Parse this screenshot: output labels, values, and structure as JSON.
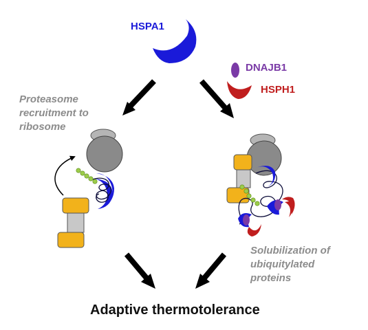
{
  "labels": {
    "hspa1": "HSPA1",
    "dnajb1": "DNAJB1",
    "hsph1": "HSPH1",
    "proteasome_note": "Proteasome\nrecruitment to\nribosome",
    "solubilization_note": "Solubilization of\nubiquitylated\nproteins",
    "outcome": "Adaptive thermotolerance"
  },
  "colors": {
    "hspa1": "#1a1ad9",
    "dnajb1": "#7a3aa6",
    "hsph1": "#c01e1e",
    "note_text": "#8c8c8c",
    "outcome_text": "#111111",
    "proteasome_core": "#c8c8c8",
    "proteasome_cap": "#f2b21b",
    "ribosome_large": "#8a8a8a",
    "ribosome_small": "#b5b5b5",
    "ubiquitin": "#9ccc4a",
    "polypeptide": "#0d0d3a",
    "arrow": "#000000"
  }
}
